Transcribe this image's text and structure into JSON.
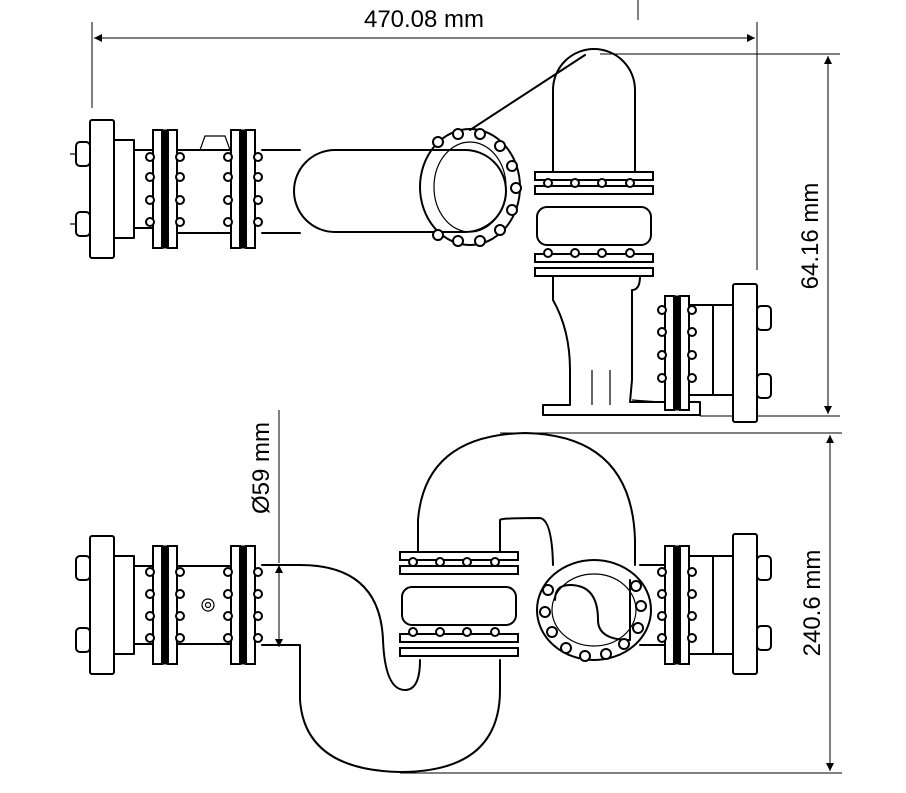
{
  "dimensions": {
    "overall_length": "470.08 mm",
    "top_view_height": "64.16 mm",
    "pipe_diameter": "Ø59 mm",
    "front_view_height": "240.6 mm"
  },
  "colors": {
    "line": "#000000",
    "background": "#ffffff"
  }
}
